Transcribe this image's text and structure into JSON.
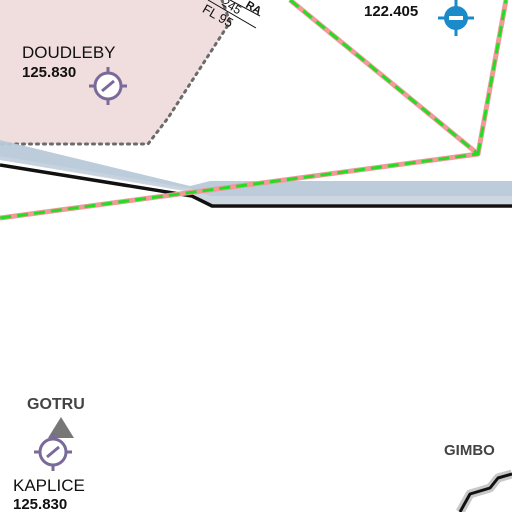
{
  "map": {
    "colors": {
      "airspace_fill": "#f0dede",
      "airspace_border": "#6b6b6b",
      "route_pink": "#f09a9a",
      "route_green": "#22dd22",
      "border_band": "#b9c9d8",
      "border_line": "#111111",
      "navaid_purple": "#7a6a9a",
      "navaid_blue": "#1a8ac8"
    },
    "airspace_partial_text": [
      "RA",
      "245",
      "FL 95"
    ],
    "stations": {
      "doudleby": {
        "name": "DOUDLEBY",
        "freq": "125.830",
        "icon": "vor-purple-icon"
      },
      "kaplice": {
        "name": "KAPLICE",
        "freq": "125.830",
        "icon": "vor-purple-icon"
      },
      "top_station": {
        "freq": "122.405",
        "icon": "vor-blue-icon"
      }
    },
    "waypoints": {
      "gotru": {
        "name": "GOTRU",
        "icon": "triangle-waypoint-icon"
      },
      "gimbo": {
        "name": "GIMBO"
      }
    }
  }
}
